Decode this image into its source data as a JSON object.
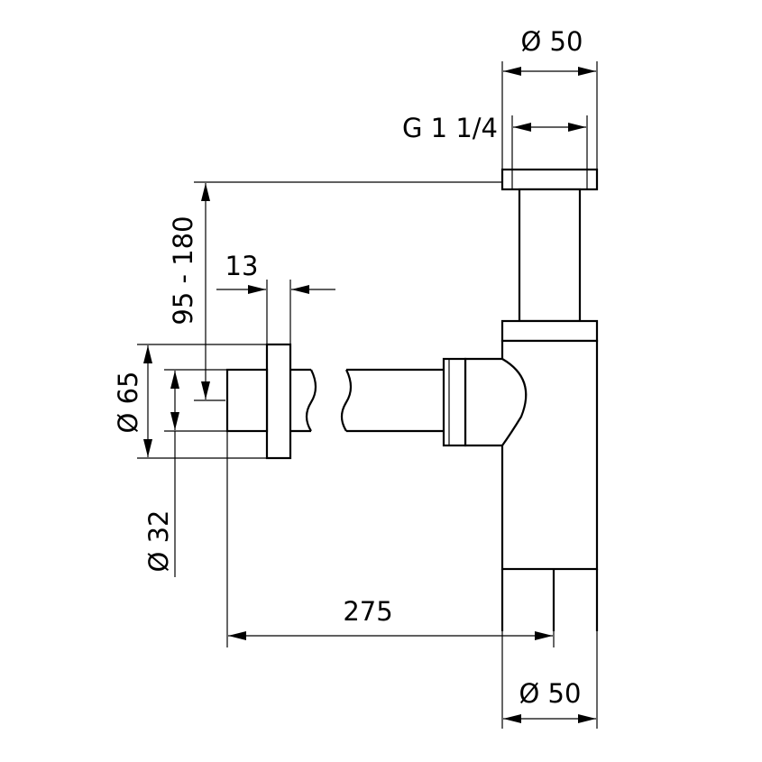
{
  "dimensions": {
    "top_outer_diameter": "Ø 50",
    "thread": "G 1 1/4",
    "height_range": "95 - 180",
    "flange_thickness": "13",
    "flange_diameter": "Ø 65",
    "pipe_diameter": "Ø 32",
    "offset_length": "275",
    "bottom_diameter": "Ø 50"
  },
  "colors": {
    "line": "#000000",
    "background": "#ffffff"
  }
}
